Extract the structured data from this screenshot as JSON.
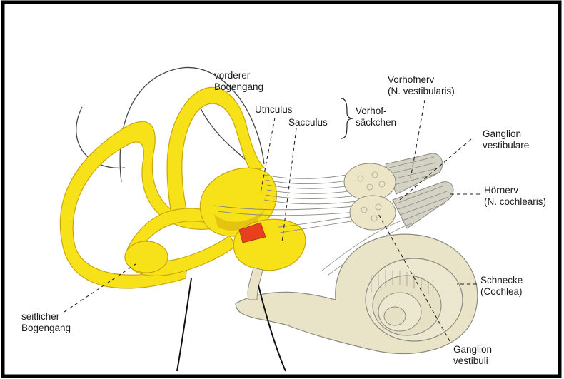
{
  "labels": {
    "vorderer_bogengang": {
      "line1": "vorderer",
      "line2": "Bogengang"
    },
    "utriculus": "Utriculus",
    "sacculus": "Sacculus",
    "vorhofsaeckchen": {
      "line1": "Vorhof-",
      "line2": "säckchen"
    },
    "vorhofnerv": {
      "line1": "Vorhofnerv",
      "line2": "(N. vestibularis)"
    },
    "ganglion_vestibulare": {
      "line1": "Ganglion",
      "line2": "vestibulare"
    },
    "hoernerv": {
      "line1": "Hörnerv",
      "line2": "(N. cochlearis)"
    },
    "schnecke": {
      "line1": "Schnecke",
      "line2": "(Cochlea)"
    },
    "seitlicher_bogengang": {
      "line1": "seitlicher",
      "line2": "Bogengang"
    },
    "ganglion_vestibuli": {
      "line1": "Ganglion",
      "line2": "vestibuli"
    }
  },
  "colors": {
    "vestibular_yellow": "#f7e21a",
    "yellow_shade": "#e4c410",
    "cochlea_beige": "#e9e4c8",
    "nerve_gray": "#d4d2c4",
    "ganglion": "#ece6c6",
    "red_patch": "#e8401e",
    "border": "#000000"
  }
}
